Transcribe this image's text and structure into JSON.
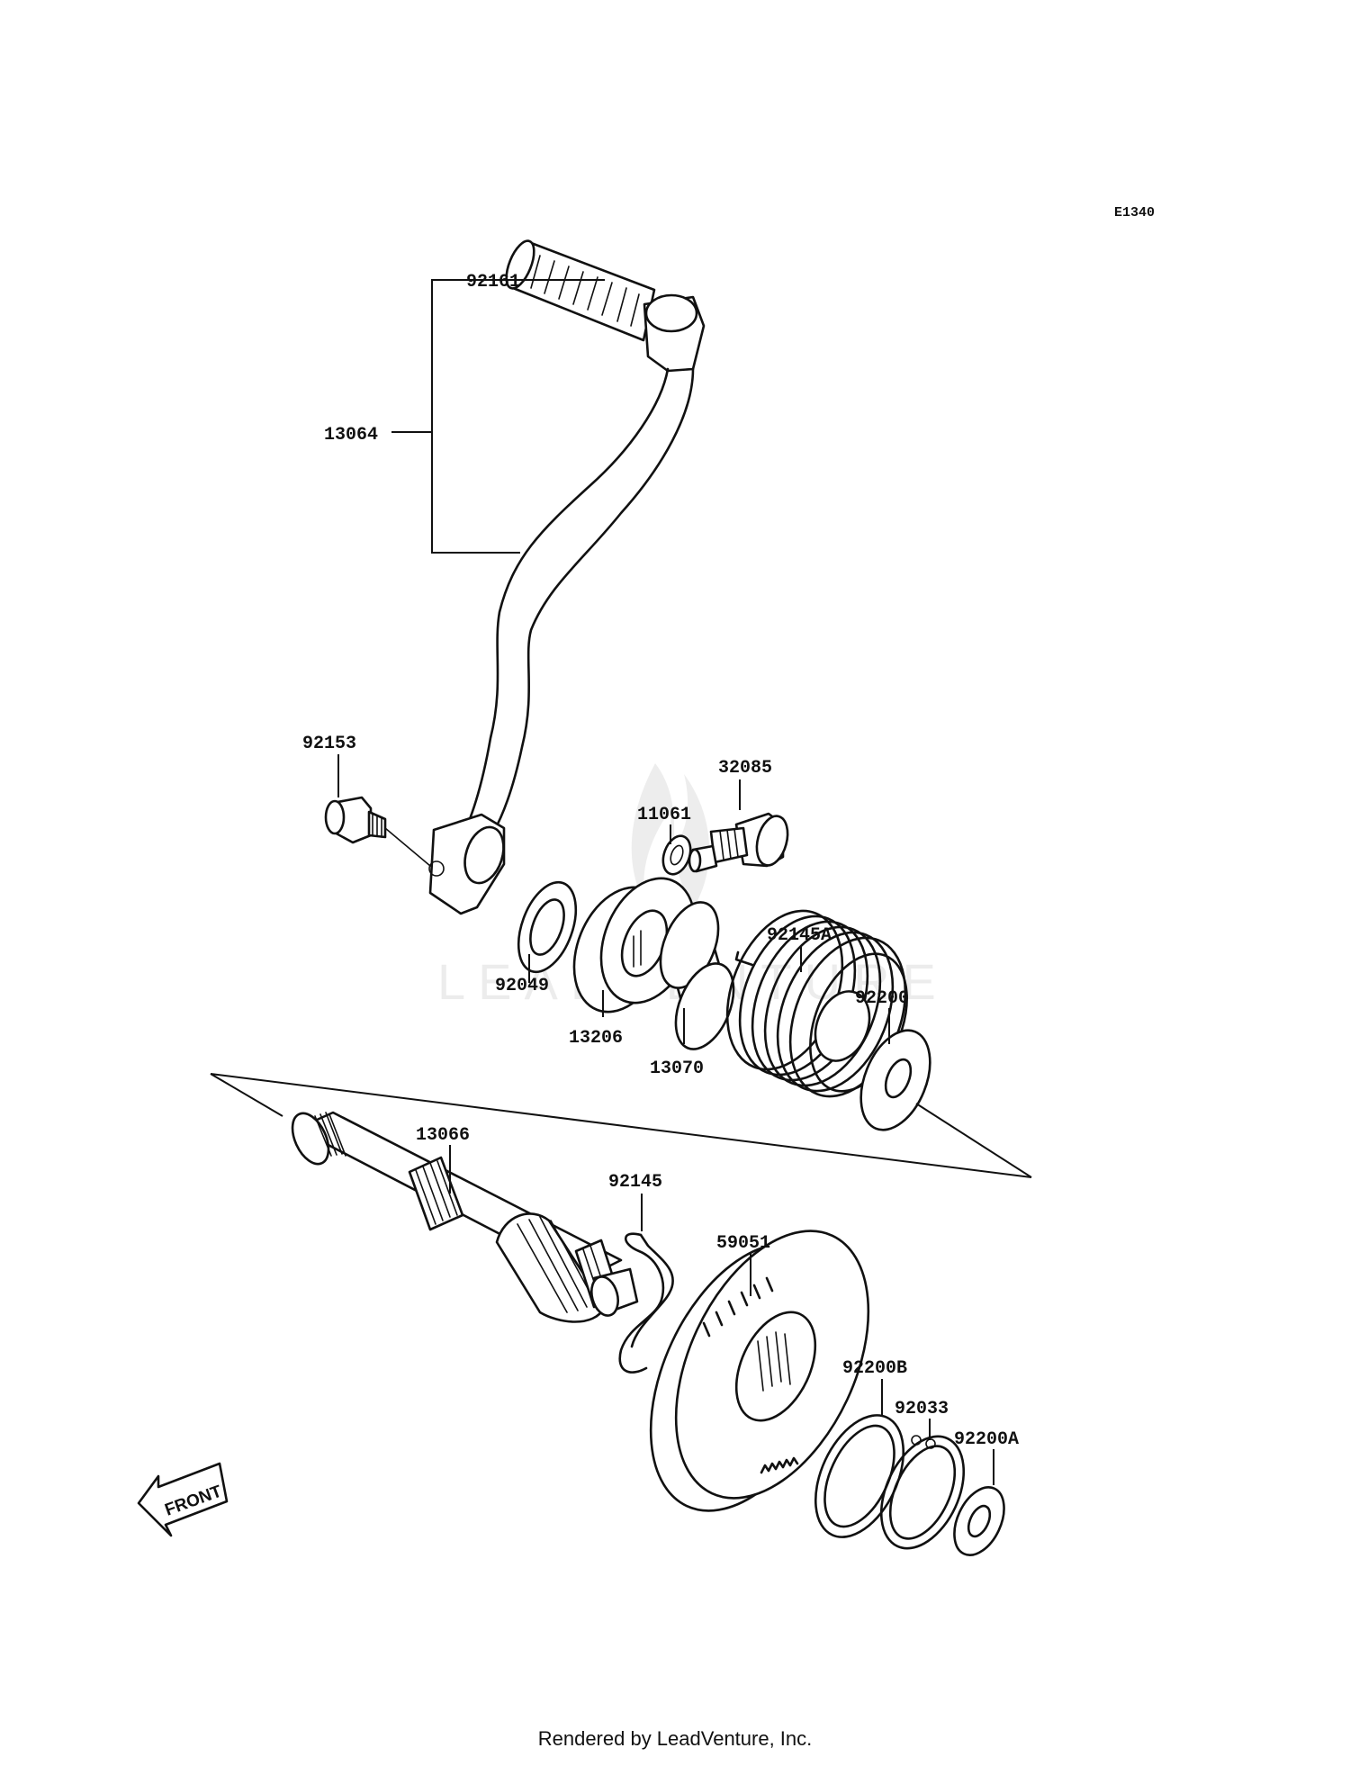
{
  "diagram_code": "E1340",
  "front_label": "FRONT",
  "watermark": "LEADVENTURE",
  "footer": "Rendered by LeadVenture, Inc.",
  "parts": [
    {
      "id": "kick-pedal-assembly",
      "number": "13064"
    },
    {
      "id": "pedal-rubber",
      "number": "92161"
    },
    {
      "id": "pedal-bolt",
      "number": "92153"
    },
    {
      "id": "oil-seal",
      "number": "92049"
    },
    {
      "id": "stopper",
      "number": "13206"
    },
    {
      "id": "collar",
      "number": "13070"
    },
    {
      "id": "washer-small",
      "number": "11061"
    },
    {
      "id": "stop-bolt",
      "number": "32085"
    },
    {
      "id": "kick-spring",
      "number": "92145A"
    },
    {
      "id": "spring-washer",
      "number": "92200"
    },
    {
      "id": "kick-shaft",
      "number": "13066"
    },
    {
      "id": "ratchet-spring",
      "number": "92145"
    },
    {
      "id": "kick-gear",
      "number": "59051"
    },
    {
      "id": "gear-washer",
      "number": "92200B"
    },
    {
      "id": "circlip",
      "number": "92033"
    },
    {
      "id": "end-washer",
      "number": "92200A"
    }
  ]
}
